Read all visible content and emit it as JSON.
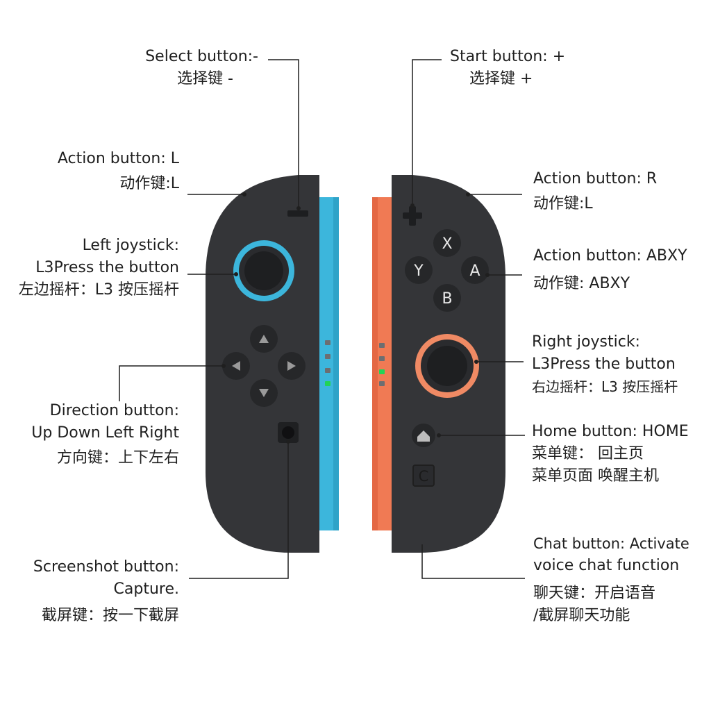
{
  "colors": {
    "body": "#343538",
    "rail_left": "#3cb6dc",
    "rail_right": "#f07a54",
    "stick_ring_left": "#3cb6dc",
    "stick_ring_right": "#f08a64",
    "button": "#2a2b2e",
    "led_off": "#6d6e71",
    "led_on": "#22d356",
    "leader": "#1f1f1f"
  },
  "buttons": {
    "x": "X",
    "y": "Y",
    "a": "A",
    "b": "B",
    "capture_c": "C"
  },
  "labels": {
    "select": {
      "en": "Select button:-",
      "cn": "选择键 -"
    },
    "action_l": {
      "en": "Action button: L",
      "cn": "动作键:L"
    },
    "left_joystick": {
      "en1": "Left joystick:",
      "en2": "L3Press the button",
      "cn": "左边摇杆：L3 按压摇杆"
    },
    "direction": {
      "en1": "Direction button:",
      "en2": "Up Down Left Right",
      "cn": "方向键：上下左右"
    },
    "screenshot": {
      "en1": "Screenshot button:",
      "en2": "Capture.",
      "cn": "截屏键：按一下截屏"
    },
    "start": {
      "en": "Start button: +",
      "cn": "选择键 +"
    },
    "action_r": {
      "en": "Action button: R",
      "cn": "动作键:L"
    },
    "abxy": {
      "en": "Action button: ABXY",
      "cn": "动作键: ABXY"
    },
    "right_joystick": {
      "en1": "Right joystick:",
      "en2": "L3Press the button",
      "cn": "右边摇杆：L3 按压摇杆"
    },
    "home": {
      "en": "Home button: HOME",
      "cn1": "菜单键： 回主页",
      "cn2": "菜单页面 唤醒主机"
    },
    "chat": {
      "en1": "Chat button: Activate",
      "en2": "voice chat function",
      "cn1": "聊天键：开启语音",
      "cn2": "/截屏聊天功能"
    }
  },
  "icons": {
    "dpad_up": "triangle-up-icon",
    "dpad_down": "triangle-down-icon",
    "dpad_left": "triangle-left-icon",
    "dpad_right": "triangle-right-icon",
    "home": "home-icon",
    "minus": "minus-icon",
    "plus": "plus-icon"
  }
}
